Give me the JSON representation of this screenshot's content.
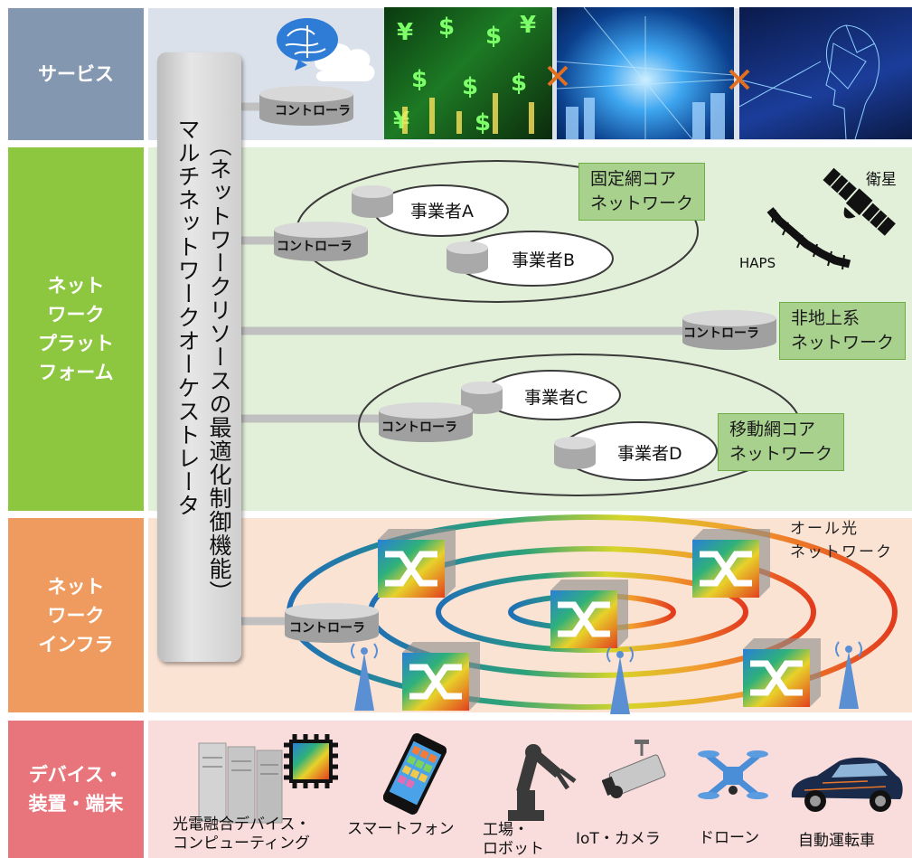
{
  "layers": [
    {
      "id": "service",
      "label": "サービス",
      "color": "#8497b0",
      "panel": "#dbe1ea"
    },
    {
      "id": "platform",
      "label": "ネット\nワーク\nプラット\nフォーム",
      "color": "#8dc63f",
      "panel": "#e2efd9"
    },
    {
      "id": "infra",
      "label": "ネット\nワーク\nインフラ",
      "color": "#ef9a5e",
      "panel": "#fbe3d4"
    },
    {
      "id": "devices",
      "label": "デバイス・\n装置・端末",
      "color": "#e8757b",
      "panel": "#f9dcdc"
    }
  ],
  "orchestrator": {
    "main": "マルチネットワークオーケストレータ",
    "sub": "（ネットワークリソースの最適化制御機能）"
  },
  "controller_label": "コントローラ",
  "platform": {
    "fixed_core": "固定網コア\nネットワーク",
    "mobile_core": "移動網コア\nネットワーク",
    "non_terrestrial": "非地上系\nネットワーク",
    "operators": [
      "事業者A",
      "事業者B",
      "事業者C",
      "事業者D"
    ],
    "satellite": "衛星",
    "haps": "HAPS"
  },
  "infra": {
    "all_optical": "オール光\nネットワーク"
  },
  "devices": [
    {
      "label": "光電融合デバイス・\nコンピューティング",
      "icon": "server-chip-icon"
    },
    {
      "label": "スマートフォン",
      "icon": "smartphone-icon"
    },
    {
      "label": "工場・\nロボット",
      "icon": "robot-arm-icon"
    },
    {
      "label": "IoT・カメラ",
      "icon": "camera-icon"
    },
    {
      "label": "ドローン",
      "icon": "drone-icon"
    },
    {
      "label": "自動運転車",
      "icon": "car-icon"
    }
  ],
  "service_images": [
    "ai-brain-cloud-icon",
    "finance-image",
    "network-city-image",
    "digital-human-image"
  ],
  "colors": {
    "connector": "#c0c0c0",
    "cross": "#e07020"
  }
}
